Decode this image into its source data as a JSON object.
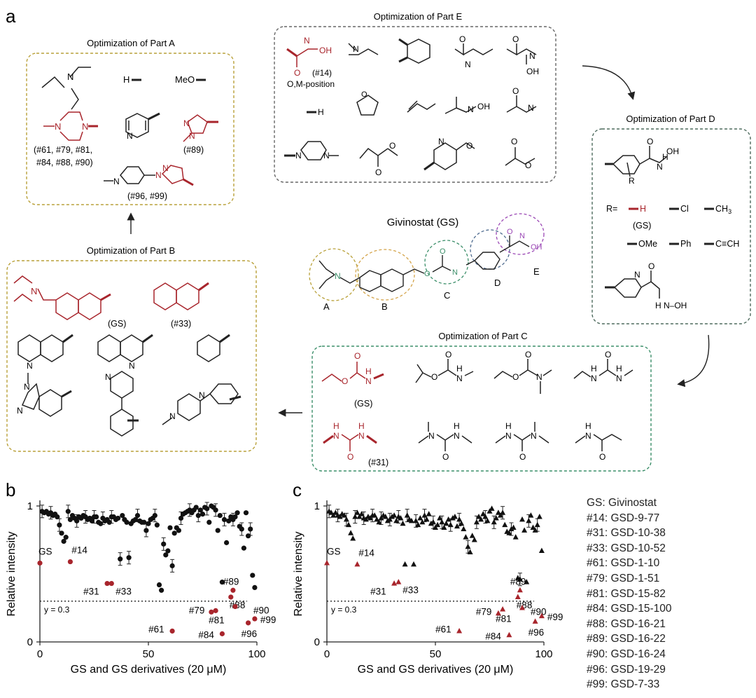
{
  "panel_labels": {
    "a": "a",
    "b": "b",
    "c": "c"
  },
  "center": {
    "title": "Givinostat (GS)",
    "parts": [
      "A",
      "B",
      "C",
      "D",
      "E"
    ]
  },
  "box_A": {
    "title": "Optimization of Part A",
    "labels": {
      "h": "H",
      "meo": "MeO",
      "n": "N",
      "l1": "(#61, #79, #81,",
      "l2": "#84, #88, #90)",
      "l89": "(#89)",
      "l96": "(#96, #99)"
    }
  },
  "box_B": {
    "title": "Optimization of Part B",
    "labels": {
      "n": "N",
      "gs": "(GS)",
      "n33": "(#33)"
    }
  },
  "box_C": {
    "title": "Optimization of Part C",
    "labels": {
      "o": "O",
      "n": "N",
      "h": "H",
      "gs": "(GS)",
      "n31": "(#31)"
    }
  },
  "box_D": {
    "title": "Optimization of Part D",
    "labels": {
      "r": "R",
      "req": "R=",
      "h": "H",
      "cl": "Cl",
      "ch3": "CH",
      "sub3": "3",
      "gs": "(GS)",
      "ome": "OMe",
      "ph": "Ph",
      "cch": "C≡CH",
      "n": "N",
      "o": "O",
      "oh": "OH",
      "nhoh": "N–OH",
      "hn": "H"
    }
  },
  "box_E": {
    "title": "Optimization of Part E",
    "labels": {
      "o": "O",
      "n": "N",
      "h": "H",
      "oh": "OH",
      "n14": "(#14)",
      "om": "O,M-position"
    }
  },
  "chart_b_label": "b",
  "chart_c_label": "c",
  "threshold_label": "y = 0.3",
  "chart_data": [
    {
      "type": "scatter",
      "panel": "b",
      "marker": "circle",
      "xlabel": "GS and GS derivatives (20 μM)",
      "ylabel": "Relative intensity",
      "xlim": [
        0,
        100
      ],
      "ylim": [
        0,
        1.0
      ],
      "xticks": [
        "0",
        "50",
        "100"
      ],
      "yticks": [
        "0",
        "1"
      ],
      "threshold": 0.3,
      "series": [
        {
          "values": [
            [
              1,
              0.96
            ],
            [
              2,
              0.95
            ],
            [
              3,
              0.96
            ],
            [
              4,
              0.94
            ],
            [
              5,
              0.95
            ],
            [
              6,
              0.93
            ],
            [
              7,
              0.94
            ],
            [
              8,
              0.92
            ],
            [
              9,
              0.86
            ],
            [
              10,
              0.8
            ],
            [
              11,
              0.74
            ],
            [
              12,
              0.77
            ],
            [
              13,
              0.96
            ],
            [
              14,
              0.9
            ],
            [
              15,
              0.93
            ],
            [
              16,
              0.91
            ],
            [
              17,
              0.89
            ],
            [
              18,
              0.92
            ],
            [
              19,
              0.91
            ],
            [
              20,
              0.93
            ],
            [
              21,
              0.92
            ],
            [
              22,
              0.9
            ],
            [
              23,
              0.91
            ],
            [
              24,
              0.89
            ],
            [
              25,
              0.92
            ],
            [
              26,
              0.92
            ],
            [
              27,
              0.88
            ],
            [
              28,
              0.87
            ],
            [
              29,
              0.91
            ],
            [
              30,
              0.89
            ],
            [
              31,
              0.9
            ],
            [
              32,
              0.88
            ],
            [
              33,
              0.92
            ],
            [
              34,
              0.92
            ],
            [
              35,
              0.9
            ],
            [
              36,
              0.91
            ],
            [
              37,
              0.61
            ],
            [
              38,
              0.93
            ],
            [
              39,
              0.9
            ],
            [
              40,
              0.88
            ],
            [
              41,
              0.62
            ],
            [
              42,
              0.87
            ],
            [
              43,
              0.89
            ],
            [
              44,
              0.9
            ],
            [
              45,
              0.93
            ],
            [
              46,
              0.89
            ],
            [
              47,
              0.88
            ],
            [
              48,
              0.88
            ],
            [
              49,
              0.82
            ],
            [
              50,
              0.87
            ],
            [
              51,
              0.9
            ],
            [
              52,
              0.91
            ],
            [
              53,
              0.93
            ],
            [
              54,
              0.86
            ],
            [
              55,
              0.42
            ],
            [
              56,
              0.38
            ],
            [
              57,
              0.72
            ],
            [
              58,
              0.64
            ],
            [
              59,
              0.67
            ],
            [
              60,
              0.84
            ],
            [
              61,
              0.56
            ],
            [
              62,
              0.8
            ],
            [
              63,
              0.84
            ],
            [
              64,
              0.82
            ],
            [
              65,
              0.91
            ],
            [
              66,
              0.94
            ],
            [
              67,
              0.95
            ],
            [
              68,
              0.96
            ],
            [
              69,
              0.97
            ],
            [
              70,
              0.95
            ],
            [
              71,
              0.97
            ],
            [
              72,
              0.99
            ],
            [
              73,
              0.93
            ],
            [
              74,
              0.97
            ],
            [
              75,
              0.94
            ],
            [
              76,
              0.99
            ],
            [
              77,
              0.98
            ],
            [
              78,
              0.88
            ],
            [
              79,
              1.0
            ],
            [
              80,
              0.99
            ],
            [
              81,
              0.97
            ],
            [
              82,
              0.82
            ],
            [
              83,
              0.93
            ],
            [
              84,
              0.44
            ],
            [
              85,
              0.9
            ],
            [
              86,
              0.73
            ],
            [
              87,
              0.89
            ],
            [
              88,
              0.92
            ],
            [
              89,
              0.9
            ],
            [
              90,
              0.92
            ],
            [
              91,
              0.95
            ],
            [
              92,
              0.85
            ],
            [
              93,
              0.83
            ],
            [
              94,
              0.69
            ],
            [
              95,
              0.95
            ],
            [
              96,
              0.78
            ],
            [
              97,
              0.83
            ],
            [
              98,
              0.49
            ],
            [
              99,
              0.4
            ]
          ]
        },
        {
          "highlight": true,
          "color": "#a8252c",
          "values": [
            [
              0,
              0.58
            ],
            [
              14,
              0.59
            ],
            [
              31,
              0.43
            ],
            [
              33,
              0.43
            ],
            [
              61,
              0.08
            ],
            [
              79,
              0.22
            ],
            [
              81,
              0.23
            ],
            [
              84,
              0.06
            ],
            [
              88,
              0.33
            ],
            [
              89,
              0.38
            ],
            [
              90,
              0.26
            ],
            [
              96,
              0.14
            ],
            [
              99,
              0.17
            ]
          ]
        }
      ],
      "annotations": [
        "GS",
        "#14",
        "#31",
        "#33",
        "#61",
        "#79",
        "#81",
        "#84",
        "#88",
        "#89",
        "#90",
        "#96",
        "#99"
      ]
    },
    {
      "type": "scatter",
      "panel": "c",
      "marker": "triangle",
      "xlabel": "GS and GS derivatives (20 μM)",
      "ylabel": "Relative intensity",
      "xlim": [
        0,
        100
      ],
      "ylim": [
        0,
        1.0
      ],
      "xticks": [
        "0",
        "50",
        "100"
      ],
      "yticks": [
        "0",
        "1"
      ],
      "threshold": 0.3,
      "series": [
        {
          "values": [
            [
              1,
              0.96
            ],
            [
              2,
              0.95
            ],
            [
              3,
              0.93
            ],
            [
              4,
              0.95
            ],
            [
              5,
              0.93
            ],
            [
              6,
              0.92
            ],
            [
              7,
              0.94
            ],
            [
              8,
              0.93
            ],
            [
              9,
              0.9
            ],
            [
              10,
              0.86
            ],
            [
              11,
              0.8
            ],
            [
              12,
              0.76
            ],
            [
              13,
              0.92
            ],
            [
              14,
              0.95
            ],
            [
              15,
              0.92
            ],
            [
              16,
              0.94
            ],
            [
              17,
              0.91
            ],
            [
              18,
              0.9
            ],
            [
              19,
              0.92
            ],
            [
              20,
              0.91
            ],
            [
              21,
              0.93
            ],
            [
              22,
              0.93
            ],
            [
              23,
              0.9
            ],
            [
              24,
              0.88
            ],
            [
              25,
              0.91
            ],
            [
              26,
              0.93
            ],
            [
              27,
              0.92
            ],
            [
              28,
              0.89
            ],
            [
              29,
              0.9
            ],
            [
              30,
              0.92
            ],
            [
              31,
              0.93
            ],
            [
              32,
              0.89
            ],
            [
              33,
              0.92
            ],
            [
              34,
              0.91
            ],
            [
              35,
              0.87
            ],
            [
              36,
              0.57
            ],
            [
              37,
              0.93
            ],
            [
              38,
              0.9
            ],
            [
              39,
              0.89
            ],
            [
              40,
              0.57
            ],
            [
              41,
              0.89
            ],
            [
              42,
              0.86
            ],
            [
              43,
              0.91
            ],
            [
              44,
              0.88
            ],
            [
              45,
              0.93
            ],
            [
              46,
              0.9
            ],
            [
              47,
              0.94
            ],
            [
              48,
              0.87
            ],
            [
              49,
              0.88
            ],
            [
              50,
              0.84
            ],
            [
              51,
              0.86
            ],
            [
              52,
              0.91
            ],
            [
              53,
              0.88
            ],
            [
              54,
              0.84
            ],
            [
              55,
              0.87
            ],
            [
              56,
              0.9
            ],
            [
              57,
              0.86
            ],
            [
              58,
              0.91
            ],
            [
              59,
              0.92
            ],
            [
              60,
              0.85
            ],
            [
              61,
              0.9
            ],
            [
              62,
              0.87
            ],
            [
              63,
              0.83
            ],
            [
              64,
              0.77
            ],
            [
              65,
              0.7
            ],
            [
              66,
              0.66
            ],
            [
              67,
              0.78
            ],
            [
              68,
              0.75
            ],
            [
              69,
              0.88
            ],
            [
              70,
              0.92
            ],
            [
              71,
              0.9
            ],
            [
              72,
              0.94
            ],
            [
              73,
              0.92
            ],
            [
              74,
              0.89
            ],
            [
              75,
              0.96
            ],
            [
              76,
              0.98
            ],
            [
              77,
              0.88
            ],
            [
              78,
              0.91
            ],
            [
              79,
              0.95
            ],
            [
              80,
              0.93
            ],
            [
              81,
              0.95
            ],
            [
              82,
              0.86
            ],
            [
              83,
              0.81
            ],
            [
              84,
              0.8
            ],
            [
              85,
              0.83
            ],
            [
              86,
              0.84
            ],
            [
              87,
              0.77
            ],
            [
              88,
              0.47
            ],
            [
              89,
              0.46
            ],
            [
              90,
              0.9
            ],
            [
              91,
              0.82
            ],
            [
              92,
              0.44
            ],
            [
              93,
              0.89
            ],
            [
              94,
              0.93
            ],
            [
              95,
              0.84
            ],
            [
              96,
              0.82
            ],
            [
              97,
              0.86
            ],
            [
              98,
              0.92
            ],
            [
              99,
              0.67
            ]
          ]
        },
        {
          "highlight": true,
          "color": "#a8252c",
          "values": [
            [
              0,
              0.58
            ],
            [
              14,
              0.57
            ],
            [
              31,
              0.43
            ],
            [
              33,
              0.44
            ],
            [
              61,
              0.08
            ],
            [
              79,
              0.21
            ],
            [
              81,
              0.24
            ],
            [
              84,
              0.05
            ],
            [
              88,
              0.33
            ],
            [
              89,
              0.38
            ],
            [
              90,
              0.25
            ],
            [
              96,
              0.15
            ],
            [
              99,
              0.19
            ]
          ]
        }
      ],
      "annotations": [
        "GS",
        "#14",
        "#31",
        "#33",
        "#61",
        "#79",
        "#81",
        "#84",
        "#88",
        "#89",
        "#90",
        "#96",
        "#99"
      ]
    }
  ],
  "legend": [
    "GS: Givinostat",
    "#14: GSD-9-77",
    "#31: GSD-10-38",
    "#33: GSD-10-52",
    "#61: GSD-1-10",
    "#79: GSD-1-51",
    "#81: GSD-15-82",
    "#84: GSD-15-100",
    "#88: GSD-16-21",
    "#89: GSD-16-22",
    "#90: GSD-16-24",
    "#96: GSD-19-29",
    "#99: GSD-7-33"
  ]
}
